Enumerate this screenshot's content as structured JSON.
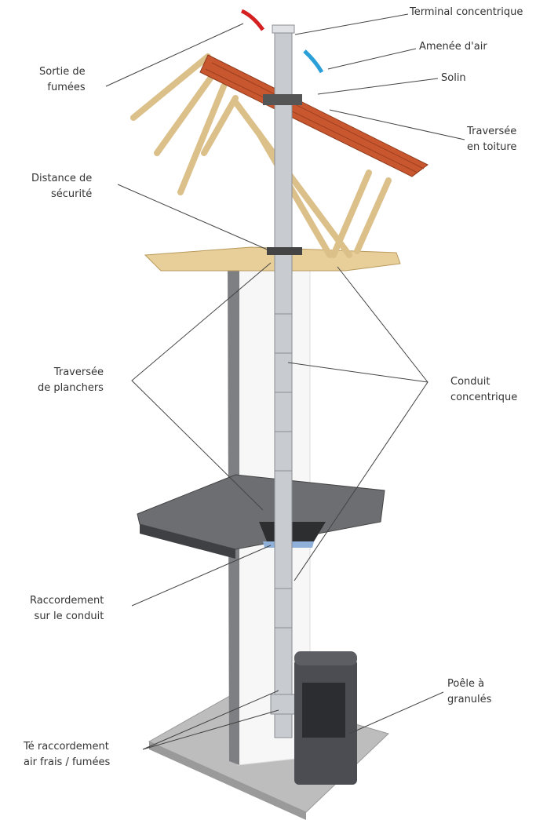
{
  "title": "Installation conduit concentrique poêle à granulés",
  "labels": {
    "terminal": "Terminal concentrique",
    "amenee": "Amenée d'air",
    "solin": "Solin",
    "traversee_toiture": [
      "Traversée",
      "en toiture"
    ],
    "sortie": [
      "Sortie de",
      "fumées"
    ],
    "distance": [
      "Distance de",
      "sécurité"
    ],
    "traversee_planchers": [
      "Traversée",
      "de planchers"
    ],
    "conduit": [
      "Conduit",
      "concentrique"
    ],
    "raccordement": [
      "Raccordement",
      "sur le conduit"
    ],
    "poele": [
      "Poêle à",
      "granulés"
    ],
    "te": [
      "Té raccordement",
      "air frais / fumées"
    ]
  },
  "colors": {
    "smoke_arrow": "#d42020",
    "air_arrow": "#2a9fd8",
    "tiles": "#c8562e",
    "wood": "#e8cf9a"
  }
}
